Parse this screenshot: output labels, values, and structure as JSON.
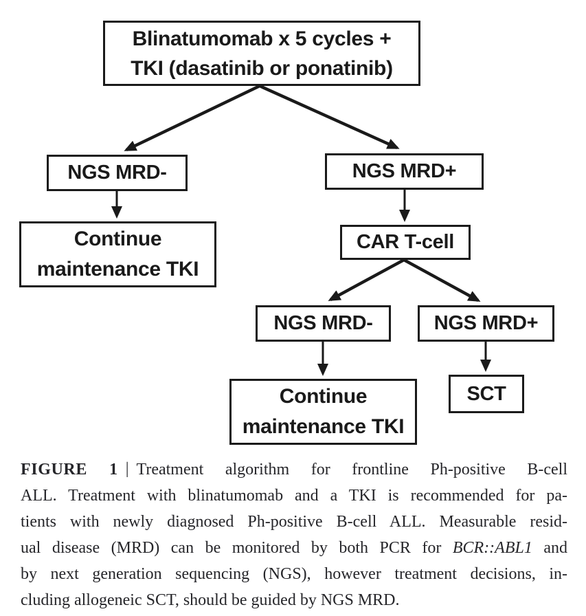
{
  "flowchart": {
    "nodes": {
      "root_line1": "Blinatumomab x 5 cycles +",
      "root_line2": "TKI (dasatinib or ponatinib)",
      "mrd_neg_1": "NGS MRD-",
      "mrd_pos_1": "NGS MRD+",
      "continue1_line1": "Continue",
      "continue1_line2": "maintenance TKI",
      "car_t": "CAR T-cell",
      "mrd_neg_2": "NGS MRD-",
      "mrd_pos_2": "NGS MRD+",
      "continue2_line1": "Continue",
      "continue2_line2": "maintenance TKI",
      "sct": "SCT"
    },
    "edges": [
      {
        "from": "root",
        "to": "mrd_neg_1"
      },
      {
        "from": "root",
        "to": "mrd_pos_1"
      },
      {
        "from": "mrd_neg_1",
        "to": "continue_1"
      },
      {
        "from": "mrd_pos_1",
        "to": "car_t"
      },
      {
        "from": "car_t",
        "to": "mrd_neg_2"
      },
      {
        "from": "car_t",
        "to": "mrd_pos_2"
      },
      {
        "from": "mrd_neg_2",
        "to": "continue_2"
      },
      {
        "from": "mrd_pos_2",
        "to": "sct"
      }
    ],
    "colors": {
      "box_border": "#1a1a1a",
      "box_text": "#1a1a1a",
      "arrow": "#1a1a1a",
      "background": "#ffffff"
    }
  },
  "caption": {
    "figure_label": "FIGURE 1",
    "separator": "|",
    "line1_text": "Treatment algorithm for frontline Ph-positive B-cell",
    "line2": "ALL. Treatment with blinatumomab and a TKI is recommended for pa-",
    "line3": "tients with newly diagnosed Ph-positive B-cell ALL. Measurable resid-",
    "line4_before_italic": "ual disease (MRD) can be monitored by both PCR for",
    "line4_italic": "BCR::ABL1",
    "line4_after_italic": "and",
    "line5": "by next generation sequencing (NGS), however treatment decisions, in-",
    "line6": "cluding allogeneic SCT, should be guided by NGS MRD.",
    "text_color": "#26262a"
  }
}
